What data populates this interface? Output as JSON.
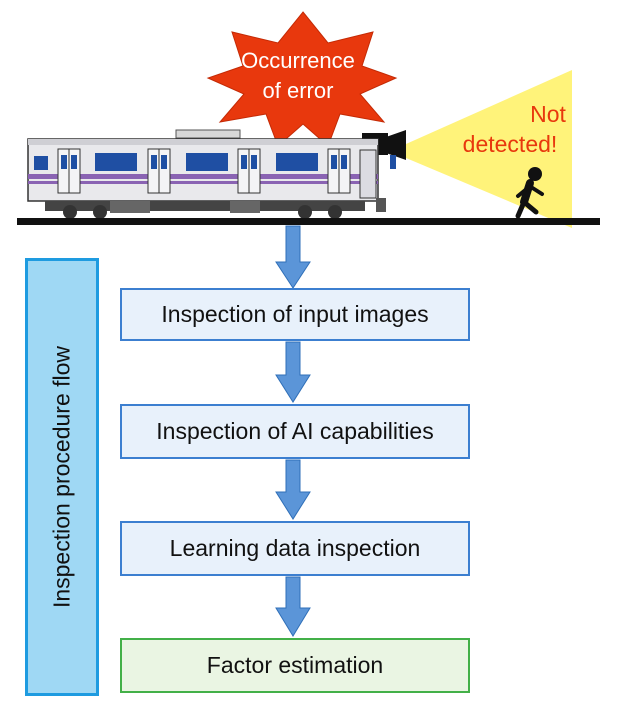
{
  "title_burst": {
    "line1": "Occurrence",
    "line2": "of error"
  },
  "camera_alert": {
    "line1": "Not",
    "line2": "detected!"
  },
  "sidebar": {
    "label": "Inspection procedure flow"
  },
  "steps": [
    {
      "label": "Inspection of input images"
    },
    {
      "label": "Inspection of AI capabilities"
    },
    {
      "label": "Learning data inspection"
    },
    {
      "label": "Factor estimation"
    }
  ],
  "colors": {
    "burst_fill": "#e8380d",
    "alert_text": "#e8380d",
    "beam_fill": "#fff37a",
    "step_fill": "#e8f1fb",
    "step_border": "#3c7fd0",
    "final_fill": "#eaf5e3",
    "final_border": "#43b048",
    "arrow_fill": "#5b95d8",
    "sidebar_fill": "#9fd8f4",
    "sidebar_border": "#1e9be0"
  }
}
